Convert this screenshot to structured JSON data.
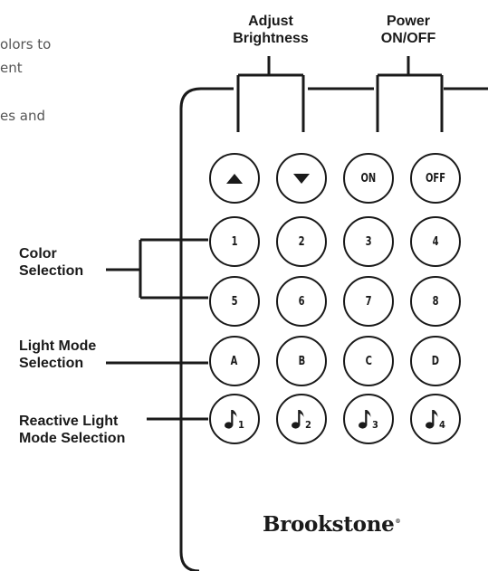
{
  "background_text": {
    "line1": "olors to",
    "line2": "ent",
    "line3": "es and"
  },
  "callouts": {
    "adjust_brightness": [
      "Adjust",
      "Brightness"
    ],
    "power": [
      "Power",
      "ON/OFF"
    ],
    "color_selection": [
      "Color",
      "Selection"
    ],
    "light_mode_selection": [
      "Light Mode",
      "Selection"
    ],
    "reactive_light_mode_selection": [
      "Reactive Light",
      "Mode Selection"
    ]
  },
  "buttons": {
    "row1": [
      {
        "id": "up",
        "icon": "triangle-up-icon"
      },
      {
        "id": "down",
        "icon": "triangle-down-icon"
      },
      {
        "id": "on",
        "label": "ON"
      },
      {
        "id": "off",
        "label": "OFF"
      }
    ],
    "row2": [
      "1",
      "2",
      "3",
      "4"
    ],
    "row3": [
      "5",
      "6",
      "7",
      "8"
    ],
    "row4": [
      "A",
      "B",
      "C",
      "D"
    ],
    "row5": [
      {
        "icon": "music-note-icon",
        "sub": "1"
      },
      {
        "icon": "music-note-icon",
        "sub": "2"
      },
      {
        "icon": "music-note-icon",
        "sub": "3"
      },
      {
        "icon": "music-note-icon",
        "sub": "4"
      }
    ]
  },
  "brand": {
    "name": "Brookstone",
    "mark": "®"
  },
  "colors": {
    "ink": "#1a1a1a",
    "background": "#ffffff",
    "body_text": "#555555"
  }
}
